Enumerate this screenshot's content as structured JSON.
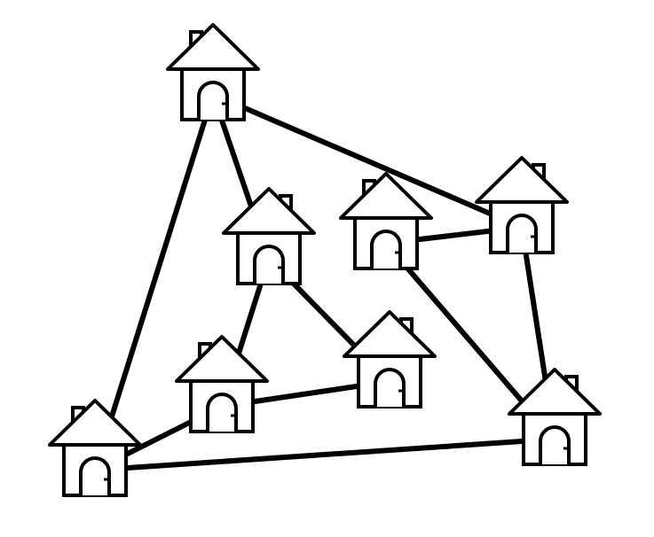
{
  "diagram": {
    "type": "graph",
    "node_icon": "house-icon",
    "colors": {
      "stroke": "#000000",
      "fill": "#ffffff",
      "background": "#ffffff"
    },
    "nodes": [
      {
        "id": "house-top"
      },
      {
        "id": "house-right-upper"
      },
      {
        "id": "house-center-upper"
      },
      {
        "id": "house-center-right"
      },
      {
        "id": "house-left-middle"
      },
      {
        "id": "house-center-lower"
      },
      {
        "id": "house-bottom-left"
      },
      {
        "id": "house-bottom-right"
      }
    ],
    "edges": [
      {
        "from": "house-top",
        "to": "house-right-upper"
      },
      {
        "from": "house-top",
        "to": "house-center-upper"
      },
      {
        "from": "house-top",
        "to": "house-bottom-left"
      },
      {
        "from": "house-center-upper",
        "to": "house-left-middle"
      },
      {
        "from": "house-center-upper",
        "to": "house-center-lower"
      },
      {
        "from": "house-center-right",
        "to": "house-right-upper"
      },
      {
        "from": "house-center-right",
        "to": "house-bottom-right"
      },
      {
        "from": "house-right-upper",
        "to": "house-bottom-right"
      },
      {
        "from": "house-left-middle",
        "to": "house-center-lower"
      },
      {
        "from": "house-left-middle",
        "to": "house-bottom-left"
      },
      {
        "from": "house-bottom-left",
        "to": "house-bottom-right"
      }
    ]
  }
}
